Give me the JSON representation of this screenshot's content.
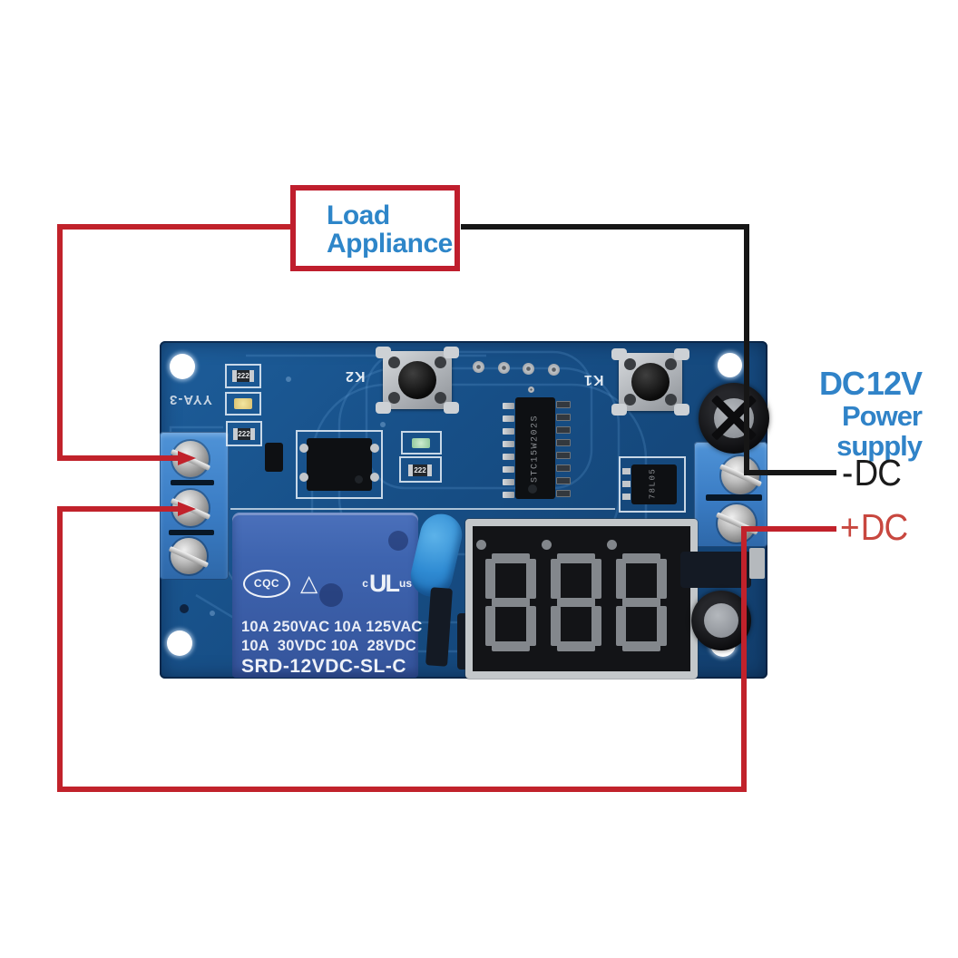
{
  "annotations": {
    "load_box": {
      "line1": "Load",
      "line2": "Appliance"
    },
    "power_label": {
      "line1": "DC 12V",
      "line2": "Power supply"
    },
    "negative_terminal_label": "- DC",
    "positive_terminal_label": "+ DC"
  },
  "board": {
    "silkscreen_model": "YYA-3",
    "button_left_label": "K2",
    "button_right_label": "K1",
    "mcu_text": "STC15W202S",
    "regulator_text": "78L05",
    "smd_resistor_code": "222",
    "display": {
      "digits": [
        "8",
        "8",
        "8"
      ]
    },
    "relay": {
      "cert_cqc": "CQC",
      "cert_triangle_icon": "△",
      "cert_ul_prefix": "c",
      "cert_ul": "UL",
      "cert_ul_suffix": "us",
      "rating_line1": "10A 250VAC 10A 125VAC",
      "rating_line2": "10A  30VDC 10A  28VDC",
      "model": "SRD-12VDC-SL-C"
    }
  },
  "colors": {
    "wire_red": "#c1222b",
    "wire_black": "#161616",
    "box_border_red": "#bf1e2d",
    "annotation_blue": "#3083c8",
    "plus_dc_red": "#c8473f",
    "pcb_blue": "#174f87",
    "terminal_blue": "#3a7cc4",
    "relay_blue": "#3e64af"
  }
}
